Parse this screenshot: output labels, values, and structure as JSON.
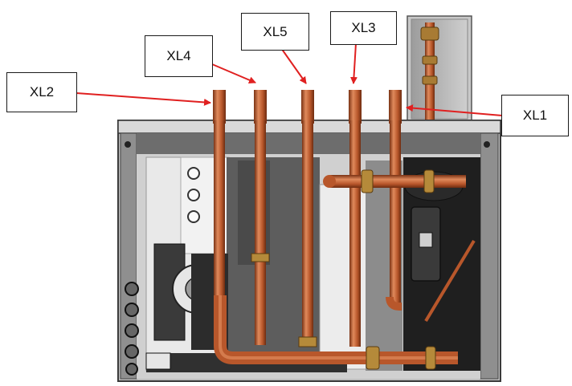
{
  "labels": {
    "xl2": "XL2",
    "xl4": "XL4",
    "xl5": "XL5",
    "xl3": "XL3",
    "xl1": "XL1"
  },
  "colors": {
    "copper": "#b8572b",
    "copper_dark": "#7a3214",
    "copper_light": "#e08a5c",
    "brass": "#b58a3a",
    "arrow": "#e02020",
    "frame": "#4a4a4a",
    "panel": "#9a9a9a",
    "cabinet_inner": "#d2d2d2"
  }
}
